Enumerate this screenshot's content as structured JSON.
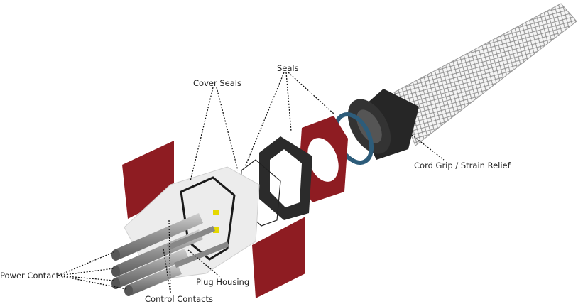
{
  "labels": {
    "cover_seals": "Cover Seals",
    "seals": "Seals",
    "cord_grip": "Cord Grip / Strain Relief",
    "power_contacts": "Power Contacts",
    "plug_housing": "Plug Housing",
    "control_contacts": "Control Contacts"
  },
  "colors": {
    "cover": "#8e1c22",
    "seal": "#2a2a2a",
    "o_ring": "#2d5c7a",
    "contact": "#9a9a9a"
  }
}
